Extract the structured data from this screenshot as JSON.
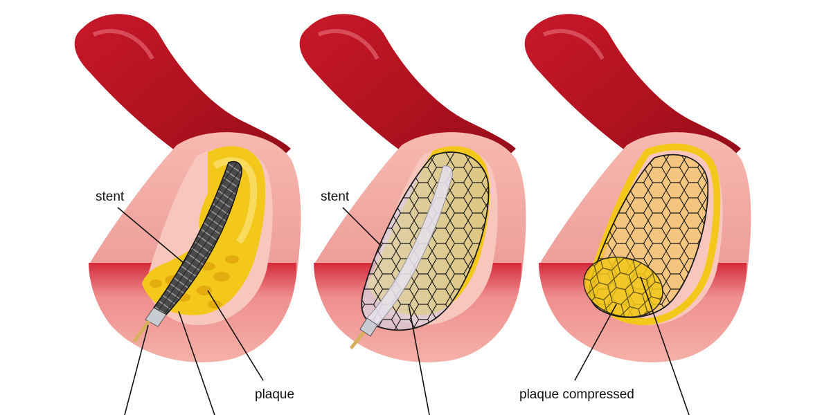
{
  "panels": [
    {
      "id": "panel-1",
      "labels": {
        "stent": "stent",
        "plaque": "plaque"
      }
    },
    {
      "id": "panel-2",
      "labels": {
        "stent": "stent"
      }
    },
    {
      "id": "panel-3",
      "labels": {
        "plaque_compressed": "plaque compressed"
      }
    }
  ],
  "colors": {
    "vessel_dark": "#a3101e",
    "vessel_mid": "#c8182a",
    "vessel_light": "#e0405a",
    "wall_pink": "#f0a3a3",
    "wall_inner": "#f7c4bd",
    "plaque_yellow": "#f3c81a",
    "plaque_light": "#fbe27a",
    "stent_dark": "#333333",
    "stent_light": "#d9d6de",
    "tip_gold": "#d7b15a"
  }
}
